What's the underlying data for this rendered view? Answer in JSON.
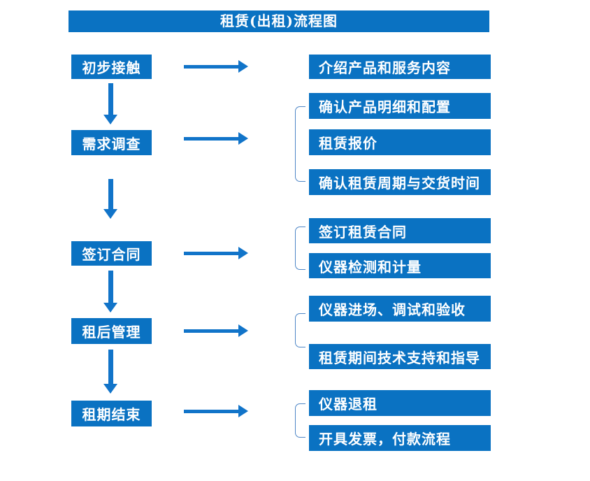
{
  "title": "租赁(出租)流程图",
  "colors": {
    "box_fill": "#0A72C2",
    "arrow": "#1174C9",
    "bracket": "#4E86C6",
    "text": "#FFFFFF",
    "background": "#FFFFFF"
  },
  "steps": [
    {
      "label": "初步接触",
      "details": [
        "介绍产品和服务内容"
      ]
    },
    {
      "label": "需求调查",
      "details": [
        "确认产品明细和配置",
        "租赁报价",
        "确认租赁周期与交货时间"
      ]
    },
    {
      "label": "签订合同",
      "details": [
        "签订租赁合同",
        "仪器检测和计量"
      ]
    },
    {
      "label": "租后管理",
      "details": [
        "仪器进场、调试和验收",
        "租赁期间技术支持和指导"
      ]
    },
    {
      "label": "租期结束",
      "details": [
        "仪器退租",
        "开具发票，付款流程"
      ]
    }
  ]
}
